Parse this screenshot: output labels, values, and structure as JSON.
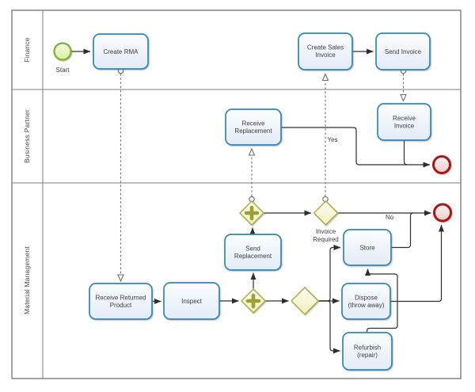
{
  "diagram": {
    "type": "BPMN process diagram",
    "lanes": {
      "finance": {
        "label": "Finance"
      },
      "business_partner": {
        "label": "Business Partner"
      },
      "material_management": {
        "label": "Material Management"
      }
    },
    "events": {
      "start": {
        "label": "Start"
      },
      "end_business_partner": {
        "label": ""
      },
      "end_material_management": {
        "label": ""
      }
    },
    "tasks": {
      "create_rma": {
        "l1": "Create RMA"
      },
      "create_sales_invoice": {
        "l1": "Create Sales",
        "l2": "Invoice"
      },
      "send_invoice": {
        "l1": "Send Invoice"
      },
      "receive_replacement": {
        "l1": "Receive",
        "l2": "Replacement"
      },
      "receive_invoice": {
        "l1": "Receive",
        "l2": "Invoice"
      },
      "send_replacement": {
        "l1": "Send",
        "l2": "Replacement"
      },
      "store": {
        "l1": "Store"
      },
      "receive_returned_product": {
        "l1": "Receive Returned",
        "l2": "Product"
      },
      "inspect": {
        "l1": "Inspect"
      },
      "dispose": {
        "l1": "Dispose",
        "l2": "(throw away)"
      },
      "refurbish": {
        "l1": "Refurbish",
        "l2": "(repair)"
      }
    },
    "gateways": {
      "invoice_required": {
        "l1": "Invoice",
        "l2": "Required"
      },
      "parallel_top": {
        "label": ""
      },
      "parallel_bottom": {
        "label": ""
      },
      "exclusive_result": {
        "label": ""
      }
    },
    "flow_labels": {
      "yes": "Yes",
      "no": "No"
    },
    "flows": [
      {
        "from": "start",
        "to": "create_rma",
        "type": "sequence"
      },
      {
        "from": "create_sales_invoice",
        "to": "send_invoice",
        "type": "sequence"
      },
      {
        "from": "receive_replacement",
        "to": "end_business_partner",
        "type": "sequence"
      },
      {
        "from": "receive_invoice",
        "to": "end_business_partner",
        "type": "sequence"
      },
      {
        "from": "parallel_top",
        "to": "invoice_required",
        "type": "sequence"
      },
      {
        "from": "invoice_required",
        "to": "end_material_management",
        "type": "sequence",
        "label": "No"
      },
      {
        "from": "send_replacement",
        "to": "parallel_top",
        "type": "sequence"
      },
      {
        "from": "parallel_bottom",
        "to": "send_replacement",
        "type": "sequence"
      },
      {
        "from": "receive_returned_product",
        "to": "inspect",
        "type": "sequence"
      },
      {
        "from": "inspect",
        "to": "parallel_bottom",
        "type": "sequence"
      },
      {
        "from": "parallel_bottom",
        "to": "exclusive_result",
        "type": "sequence"
      },
      {
        "from": "exclusive_result",
        "to": "store",
        "type": "sequence"
      },
      {
        "from": "exclusive_result",
        "to": "dispose",
        "type": "sequence"
      },
      {
        "from": "exclusive_result",
        "to": "refurbish",
        "type": "sequence"
      },
      {
        "from": "refurbish",
        "to": "store",
        "type": "sequence"
      },
      {
        "from": "dispose",
        "to": "end_material_management",
        "type": "sequence"
      },
      {
        "from": "store",
        "to": "end_material_management",
        "type": "sequence"
      },
      {
        "from": "create_rma",
        "to": "receive_returned_product",
        "type": "message"
      },
      {
        "from": "send_invoice",
        "to": "receive_invoice",
        "type": "message"
      },
      {
        "from": "parallel_top",
        "to": "receive_replacement",
        "type": "message"
      },
      {
        "from": "invoice_required",
        "to": "create_sales_invoice",
        "type": "message",
        "label": "Yes"
      }
    ]
  },
  "colors": {
    "task_border": "#2f86c0",
    "start_border": "#7fae35",
    "end_border": "#a81616",
    "gateway_border": "#a9ab39",
    "gateway_marker": "#9aa032",
    "flow_line": "#2e2e2e",
    "message_line": "#6f6f6f",
    "lane_border": "#7d7d7d",
    "label_text": "#3c3c3c"
  }
}
